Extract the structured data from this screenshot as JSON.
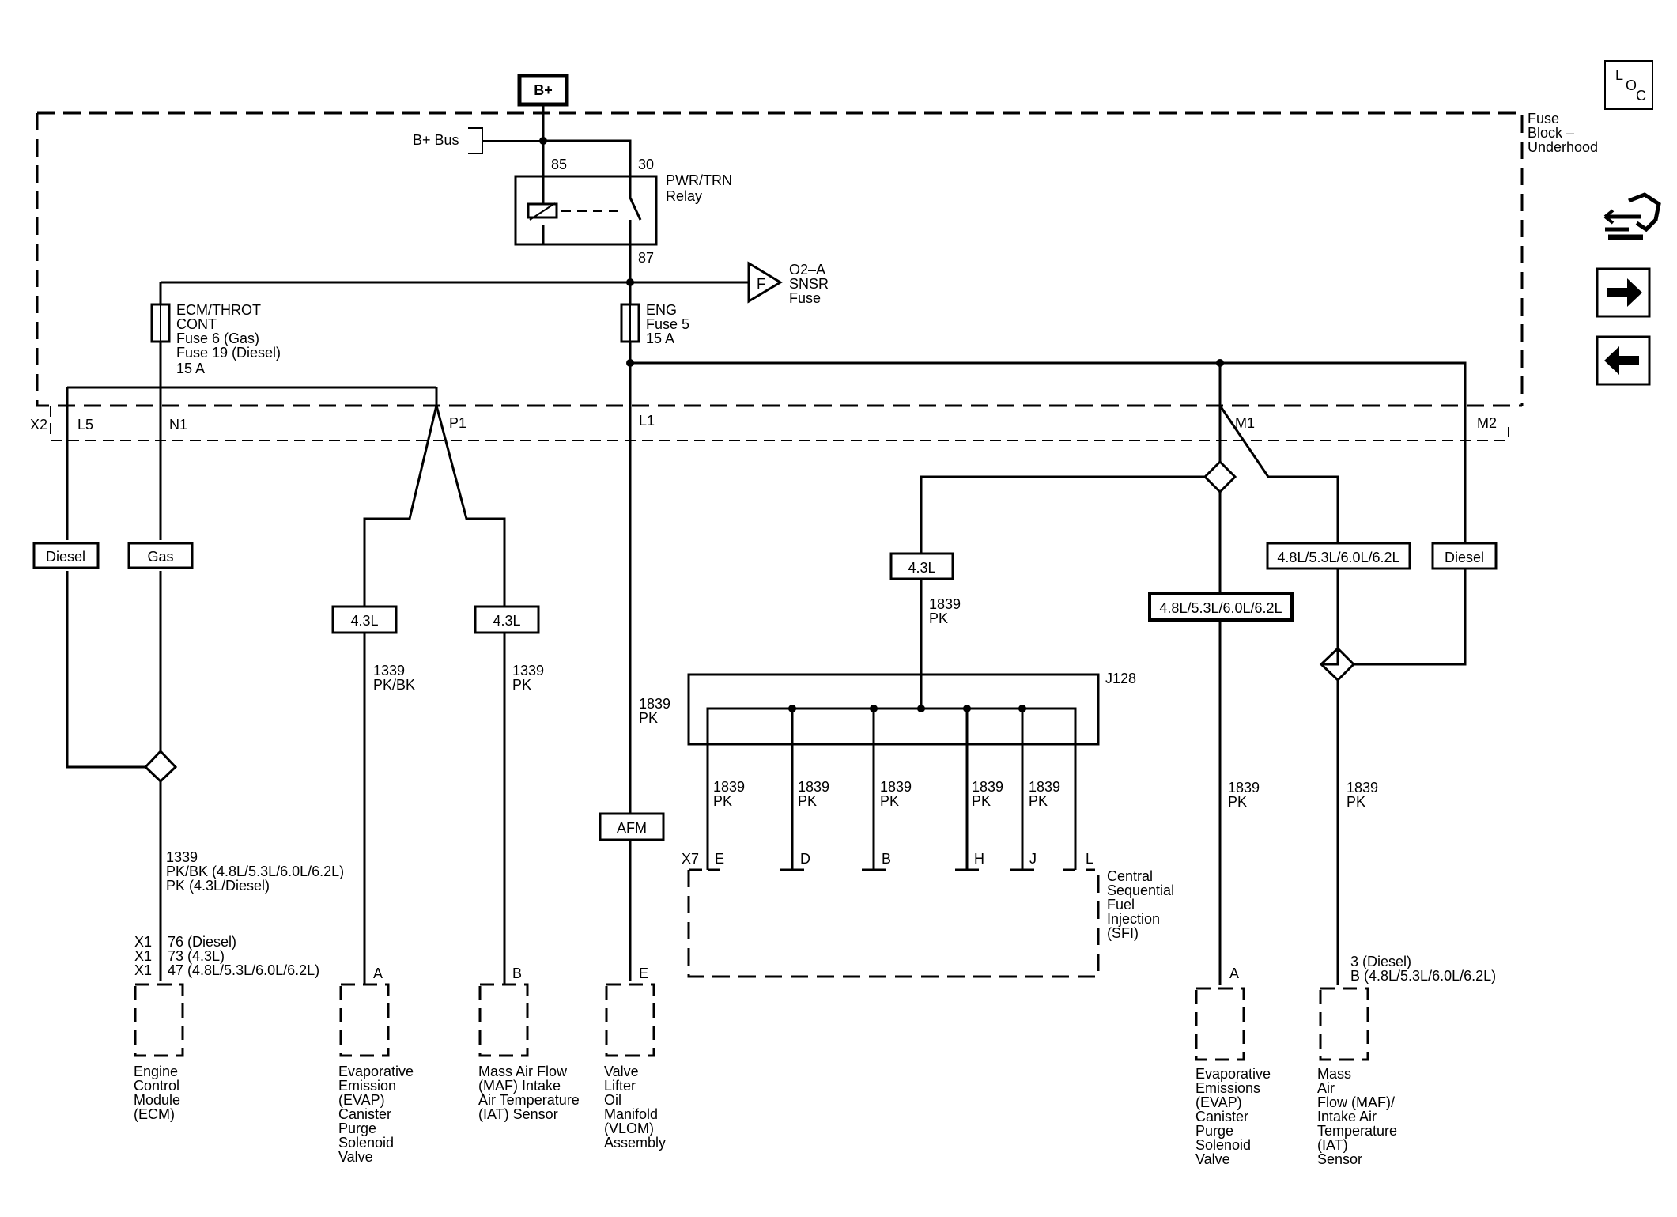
{
  "supply": {
    "b_plus": "B+",
    "b_plus_bus": "B+ Bus"
  },
  "fuse_block": {
    "line1": "Fuse",
    "line2": "Block –",
    "line3": "Underhood"
  },
  "relay": {
    "pin85": "85",
    "pin30": "30",
    "pin87": "87",
    "name1": "PWR/TRN",
    "name2": "Relay"
  },
  "o2_fuse": {
    "letter": "F",
    "line1": "O2–A",
    "line2": "SNSR",
    "line3": "Fuse"
  },
  "ecm_fuse": {
    "line1": "ECM/THROT",
    "line2": "CONT",
    "line3": "Fuse 6 (Gas)",
    "line4": "Fuse 19 (Diesel)",
    "line5": "15 A"
  },
  "eng_fuse": {
    "line1": "ENG",
    "line2": "Fuse 5",
    "line3": "15 A"
  },
  "connector_x2": {
    "name": "X2",
    "l5": "L5",
    "n1": "N1",
    "p1": "P1",
    "l1": "L1",
    "m1": "M1",
    "m2": "M2"
  },
  "options": {
    "diesel_left": "Diesel",
    "gas_left": "Gas",
    "l43_evap": "4.3L",
    "l43_maf": "4.3L",
    "l43_center": "4.3L",
    "v8_mid": "4.8L/5.3L/6.0L/6.2L",
    "v8_right": "4.8L/5.3L/6.0L/6.2L",
    "diesel_right": "Diesel",
    "afm": "AFM"
  },
  "wires": {
    "ecm_circuit": "1339",
    "ecm_color1": "PK/BK (4.8L/5.3L/6.0L/6.2L)",
    "ecm_color2": "PK (4.3L/Diesel)",
    "evap_circuit": "1339",
    "evap_color": "PK/BK",
    "maf_circuit": "1339",
    "maf_color": "PK",
    "vlom_circuit": "1839",
    "vlom_color": "PK",
    "j128_circuit": "1839",
    "j128_color": "PK",
    "sfi_e_circuit": "1839",
    "sfi_e_color": "PK",
    "sfi_d_circuit": "1839",
    "sfi_d_color": "PK",
    "sfi_b_circuit": "1839",
    "sfi_b_color": "PK",
    "sfi_h_circuit": "1839",
    "sfi_h_color": "PK",
    "sfi_j_circuit": "1839",
    "sfi_j_color": "PK",
    "evap2_circuit": "1839",
    "evap2_color": "PK",
    "maf2_circuit": "1839",
    "maf2_color": "PK"
  },
  "splice": {
    "name": "J128"
  },
  "sfi": {
    "connector": "X7",
    "pin_e": "E",
    "pin_d": "D",
    "pin_b": "B",
    "pin_h": "H",
    "pin_j": "J",
    "pin_l": "L",
    "line1": "Central",
    "line2": "Sequential",
    "line3": "Fuel",
    "line4": "Injection",
    "line5": "(SFI)"
  },
  "ecm": {
    "x1a": "X1",
    "x1b": "X1",
    "x1c": "X1",
    "pin1": "76 (Diesel)",
    "pin2": "73 (4.3L)",
    "pin3": "47 (4.8L/5.3L/6.0L/6.2L)",
    "line1": "Engine",
    "line2": "Control",
    "line3": "Module",
    "line4": "(ECM)"
  },
  "evap": {
    "pin": "A",
    "line1": "Evaporative",
    "line2": "Emission",
    "line3": "(EVAP)",
    "line4": "Canister",
    "line5": "Purge",
    "line6": "Solenoid",
    "line7": "Valve"
  },
  "maf": {
    "pin": "B",
    "line1": "Mass Air Flow",
    "line2": "(MAF) Intake",
    "line3": "Air Temperature",
    "line4": "(IAT) Sensor"
  },
  "vlom": {
    "pin": "E",
    "line1": "Valve",
    "line2": "Lifter",
    "line3": "Oil",
    "line4": "Manifold",
    "line5": "(VLOM)",
    "line6": "Assembly"
  },
  "evap2": {
    "pin": "A",
    "line1": "Evaporative",
    "line2": "Emissions",
    "line3": "(EVAP)",
    "line4": "Canister",
    "line5": "Purge",
    "line6": "Solenoid",
    "line7": "Valve"
  },
  "maf2": {
    "pin1": "3 (Diesel)",
    "pin2": "B (4.8L/5.3L/6.0L/6.2L)",
    "line1": "Mass",
    "line2": "Air",
    "line3": "Flow (MAF)/",
    "line4": "Intake Air",
    "line5": "Temperature",
    "line6": "(IAT)",
    "line7": "Sensor"
  },
  "nav": {
    "loc_l": "L",
    "loc_o": "O",
    "loc_c": "C"
  }
}
